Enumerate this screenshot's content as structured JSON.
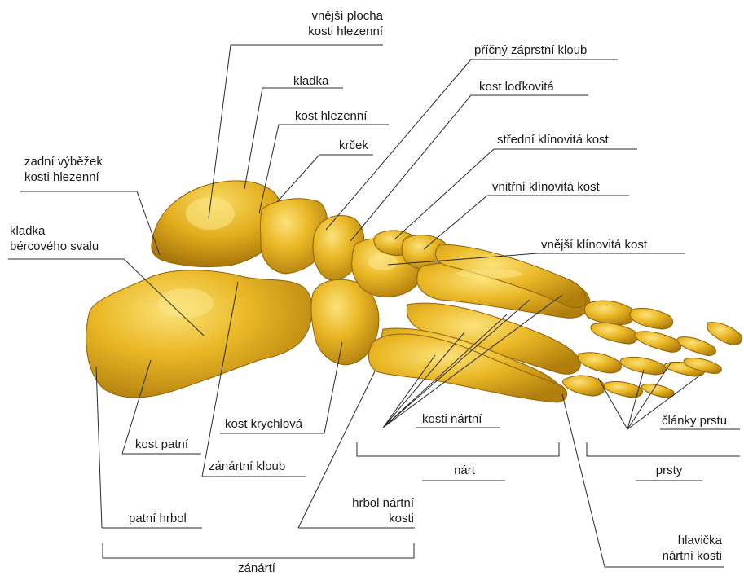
{
  "colors": {
    "bone_fill": "#e8b21c",
    "bone_light": "#f6d45a",
    "bone_dark": "#a9760a",
    "leader_line": "#2a2a2a",
    "text": "#1a1a1a"
  },
  "labels": {
    "outer_surface": "vnější plocha\nkosti hlezenní",
    "trochlea": "kladka",
    "talus": "kost hlezenní",
    "neck": "krček",
    "posterior_process": "zadní výběžek\nkosti hlezenní",
    "tendon_trochlea": "kladka\nbércového svalu",
    "transverse_tarsal_joint": "příčný záprstní kloub",
    "navicular": "kost loďkovitá",
    "intermediate_cuneiform": "střední klínovitá kost",
    "medial_cuneiform": "vnitřní klínovitá kost",
    "lateral_cuneiform": "vnější klínovitá kost",
    "cuboid": "kost krychlová",
    "calcaneus": "kost patní",
    "metatarsals": "kosti nártní",
    "phalanges": "články prstu",
    "subtalar_joint": "zánártní kloub",
    "metatarsus": "nárt",
    "toes": "prsty",
    "calcaneal_tuber": "patní hrbol",
    "metatarsal_tuberosity": "hrbol nártní\nkosti",
    "metatarsal_head": "hlavička\nnártní kosti",
    "tarsus": "zánártí"
  }
}
